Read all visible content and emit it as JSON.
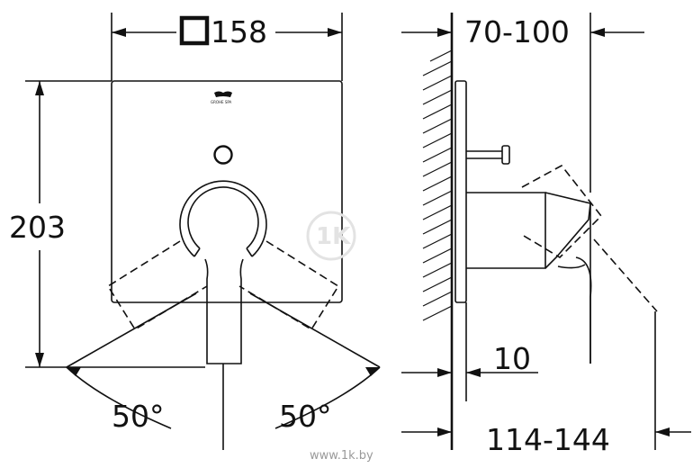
{
  "dimensions": {
    "width_value": "158",
    "height_value": "203",
    "depth_range": "70-100",
    "wall_offset": "10",
    "total_depth_range": "114-144",
    "angle_left": "50°",
    "angle_right": "50°"
  },
  "brand_text": "GROHE SPA",
  "watermark": {
    "site": "www.1k.by",
    "logo": "1K"
  }
}
